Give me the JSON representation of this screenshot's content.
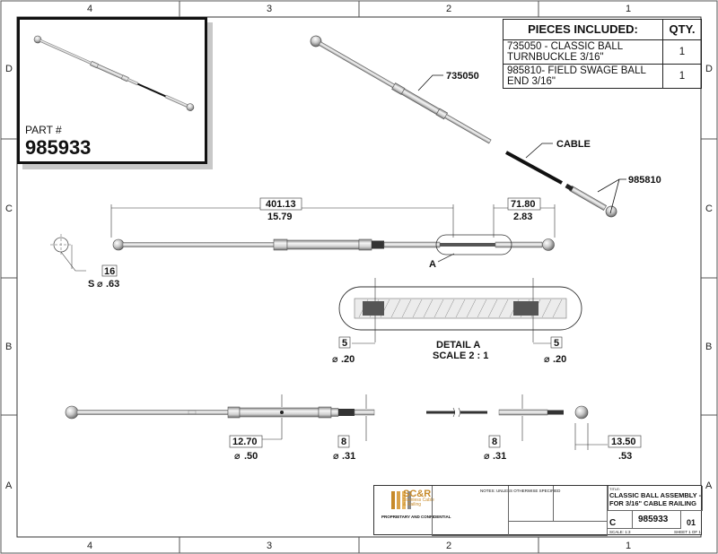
{
  "frame": {
    "top_numbers": [
      "4",
      "3",
      "2",
      "1"
    ],
    "bottom_numbers": [
      "4",
      "3",
      "2",
      "1"
    ],
    "side_letters": [
      "D",
      "C",
      "B",
      "A"
    ]
  },
  "inset": {
    "part_label": "PART #",
    "part_number": "985933"
  },
  "pieces_table": {
    "header_pieces": "PIECES INCLUDED:",
    "header_qty": "QTY.",
    "rows": [
      {
        "line1": "735050 - CLASSIC BALL",
        "line2": "TURNBUCKLE 3/16\"",
        "qty": "1"
      },
      {
        "line1": "985810- FIELD SWAGE BALL",
        "line2": "END 3/16\"",
        "qty": "1"
      }
    ]
  },
  "callouts": {
    "turnbuckle": "735050",
    "cable": "CABLE",
    "swage": "985810"
  },
  "top_view": {
    "dim_overall_mm": "401.13",
    "dim_overall_in": "15.79",
    "dim_end_mm": "71.80",
    "dim_end_in": "2.83",
    "ball_mm": "16",
    "ball_prefix": "S",
    "ball_in": ".63",
    "detail_marker": "A"
  },
  "detail": {
    "title": "DETAIL A",
    "scale": "SCALE 2 : 1",
    "left_mm": "5",
    "left_in": ".20",
    "right_mm": "5",
    "right_in": ".20"
  },
  "bottom_view": {
    "d1_mm": "12.70",
    "d1_in": ".50",
    "d2_mm": "8",
    "d2_in": ".31",
    "d3_mm": "8",
    "d3_in": ".31",
    "d4_mm": "13.50",
    "d4_in": ".53"
  },
  "title_block": {
    "logo_text": "SC&R",
    "logo_sub_1": "Stainless Cable",
    "logo_sub_2": "& Railing",
    "notes_header": "NOTES: UNLESS OTHERWISE SPECIFIED",
    "proprietary": "PROPRIETARY AND CONFIDENTIAL",
    "title_label": "TITLE:",
    "title_line1": "CLASSIC BALL ASSEMBLY -",
    "title_line2": "FOR 3/16\" CABLE RAILING",
    "size": "C",
    "dwg_no": "985933",
    "rev": "01",
    "scale": "SCALE: 1:3",
    "sheet": "SHEET 1 OF 1"
  },
  "colors": {
    "steel_light": "#f2f2f2",
    "steel_mid": "#bdbdbd",
    "steel_dark": "#7a7a7a",
    "cable": "#1a1a1a",
    "logo_orange": "#c78a2a"
  }
}
